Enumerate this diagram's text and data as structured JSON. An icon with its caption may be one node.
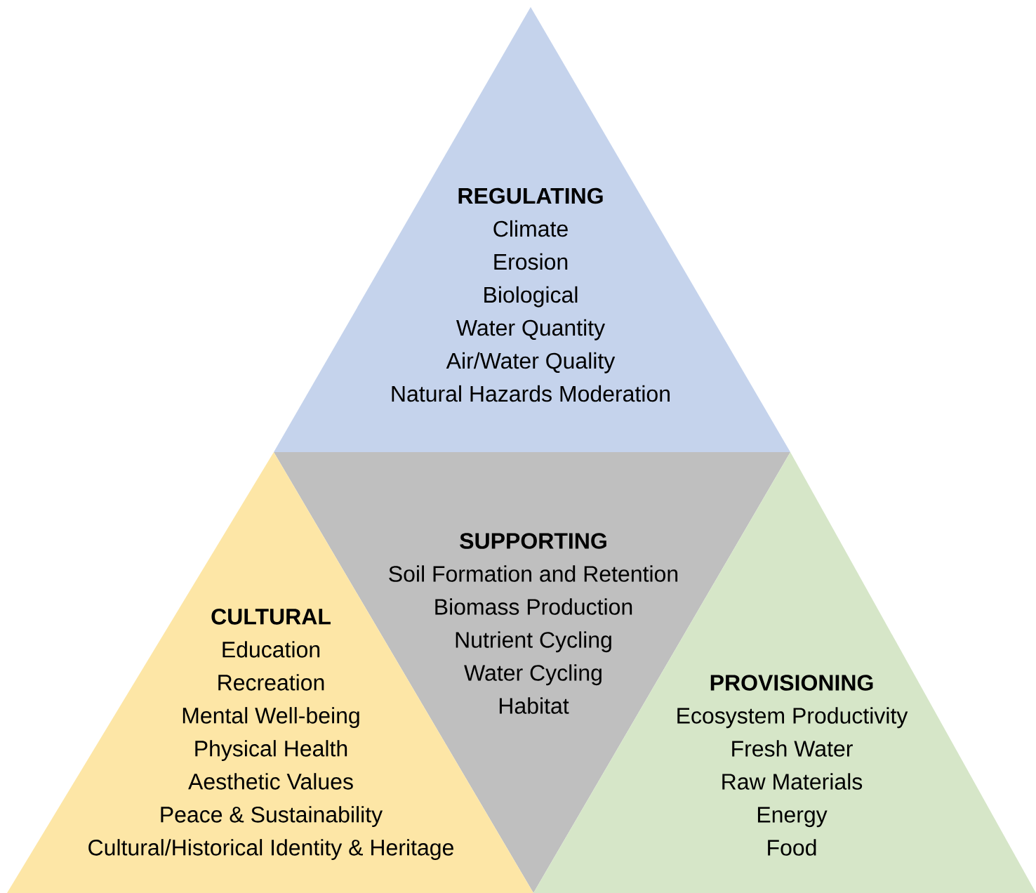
{
  "diagram": {
    "nodes": [
      {
        "text": [
          "REGULATING",
          "Climate",
          "Erosion",
          "Biological",
          "Water Quantity",
          "Air/Water Quality",
          "Natural Hazards Moderation"
        ]
      },
      {
        "text": [
          "SUPPORTING",
          "Soil Formation and Retention",
          "Biomass Production",
          "Nutrient Cycling",
          "Water Cycling",
          "Habitat"
        ]
      },
      {
        "text": [
          "CULTURAL",
          "Education",
          "Recreation",
          "Mental Well-being",
          "Physical Health",
          "Aesthetic Values",
          "Peace & Sustainability",
          "Cultural/Historical Identity & Heritage"
        ]
      },
      {
        "text": [
          "PROVISIONING",
          "Ecosystem Productivity",
          "Fresh Water",
          "Raw Materials",
          "Energy",
          "Food"
        ]
      }
    ]
  }
}
